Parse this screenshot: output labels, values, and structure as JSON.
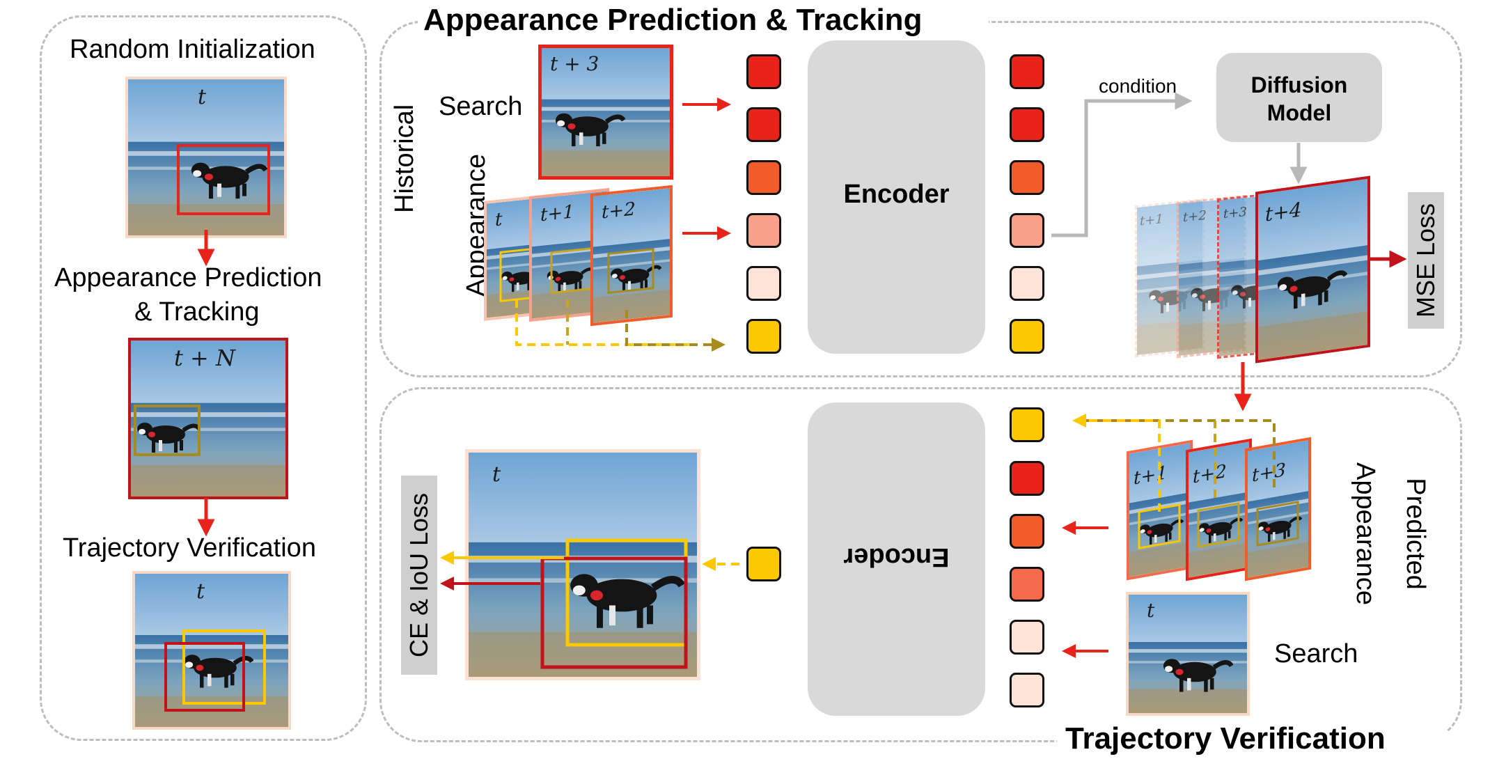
{
  "left_panel": {
    "title_random_init": "Random Initialization",
    "title_appearance_line1": "Appearance Prediction",
    "title_appearance_line2": "& Tracking",
    "title_trajectory": "Trajectory Verification",
    "frame_t": "t",
    "frame_tN": "t + N"
  },
  "top_panel": {
    "title": "Appearance Prediction & Tracking",
    "search_label": "Search",
    "search_frame": "t + 3",
    "historical_label_line1": "Historical",
    "historical_label_line2": "Appearance",
    "hist_frames": [
      "t",
      "t+1",
      "t+2"
    ],
    "encoder_label": "Encoder",
    "condition_label": "condition",
    "diffusion_line1": "Diffusion",
    "diffusion_line2": "Model",
    "pred_frames": [
      "t+1",
      "t+2",
      "t+3",
      "t+4"
    ],
    "loss_label": "MSE Loss"
  },
  "bottom_panel": {
    "title": "Trajectory Verification",
    "encoder_label": "Encoder",
    "predicted_label_line1": "Predicted",
    "predicted_label_line2": "Appearance",
    "pred_frames": [
      "t+1",
      "t+2",
      "t+3"
    ],
    "search_label": "Search",
    "search_frame": "t",
    "result_frame": "t",
    "loss_label": "CE & IoU Loss"
  },
  "colors": {
    "red": "#e8231a",
    "dark_red": "#c0141a",
    "orange": "#f25c2b",
    "salmon": "#f7a08a",
    "peach": "#fde3d8",
    "yellow": "#fcc800",
    "olive": "#a98a1e",
    "gray": "#d9d9d9"
  }
}
